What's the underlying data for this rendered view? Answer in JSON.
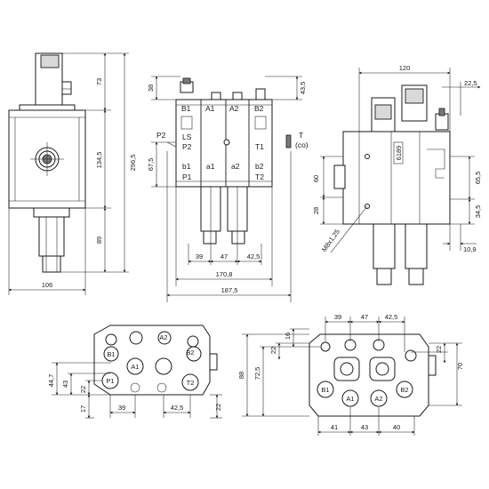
{
  "views": {
    "side": {
      "dims": {
        "h73": "73",
        "h134": "134,5",
        "h296": "296,5",
        "h89": "89",
        "w106": "106"
      }
    },
    "front": {
      "dims": {
        "d38": "38",
        "d43": "43,5",
        "d67": "67,5",
        "d39": "39",
        "d47": "47",
        "d42": "42,5",
        "d170": "170,8",
        "d187": "187,5"
      },
      "ports": [
        "B1",
        "A1",
        "A2",
        "B2",
        "LS",
        "P2",
        "T1",
        "b1",
        "a1",
        "a2",
        "b2",
        "P1",
        "T2"
      ],
      "external": {
        "p2": "P2",
        "t": "T",
        "co": "(co)"
      }
    },
    "right": {
      "dims": {
        "d120": "120",
        "d22": "22,5",
        "d60": "60",
        "d65": "65,5",
        "d28": "28",
        "d34": "34,5",
        "d10": "10,9",
        "thread": "M8x1,25"
      },
      "label": "6189"
    },
    "bottom_left": {
      "dims": {
        "d44": "44,7",
        "d43": "43",
        "d22": "22",
        "d17": "17",
        "d39": "39",
        "d42": "42,5",
        "d22b": "22"
      },
      "ports": [
        "B2",
        "B1",
        "A2",
        "A1",
        "T2",
        "P1"
      ]
    },
    "bottom_right": {
      "dims": {
        "d39": "39",
        "d47": "47",
        "d42": "42,5",
        "d16": "16",
        "d22": "22",
        "d88": "88",
        "d72": "72,5",
        "d22b": "22",
        "d70": "70",
        "d41": "41",
        "d43": "43",
        "d40": "40"
      },
      "ports": [
        "B1",
        "A1",
        "A2",
        "B2"
      ]
    }
  }
}
